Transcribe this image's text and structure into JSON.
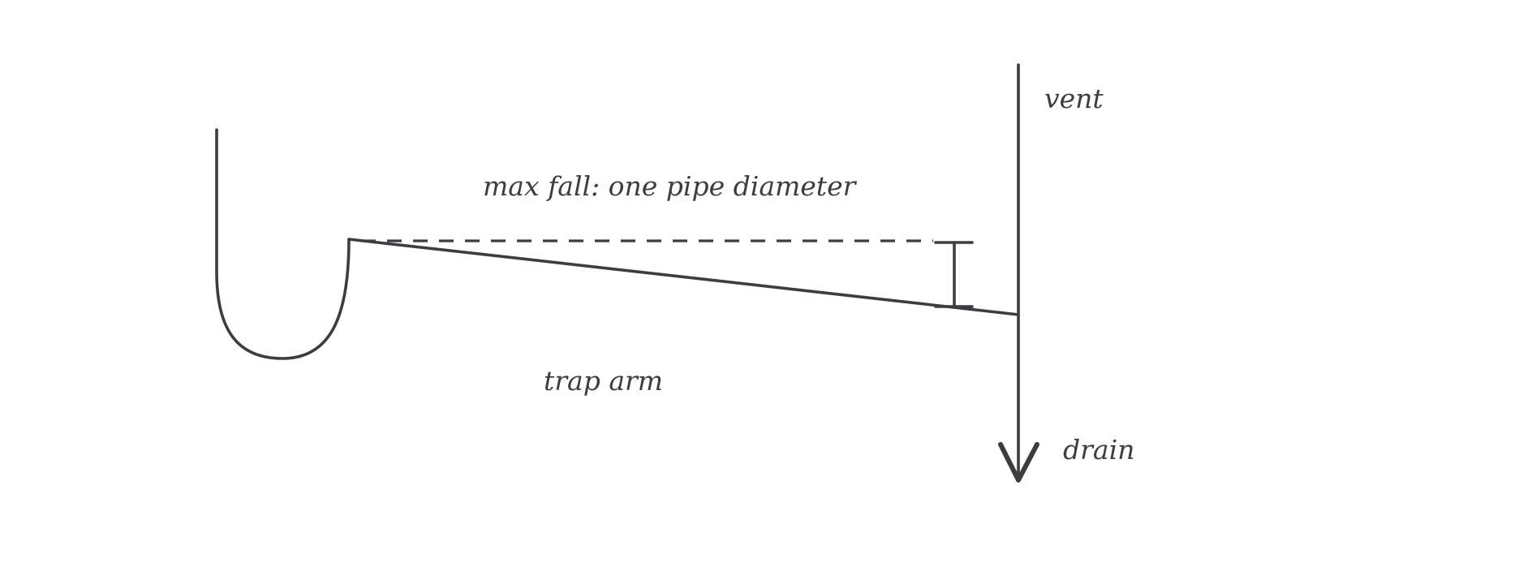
{
  "labels": {
    "vent": "vent",
    "max_fall": "max fall: one pipe diameter",
    "trap_arm": "trap arm",
    "drain": "drain"
  },
  "colors": {
    "ink": "#3d3c40",
    "background": "#ffffff"
  }
}
